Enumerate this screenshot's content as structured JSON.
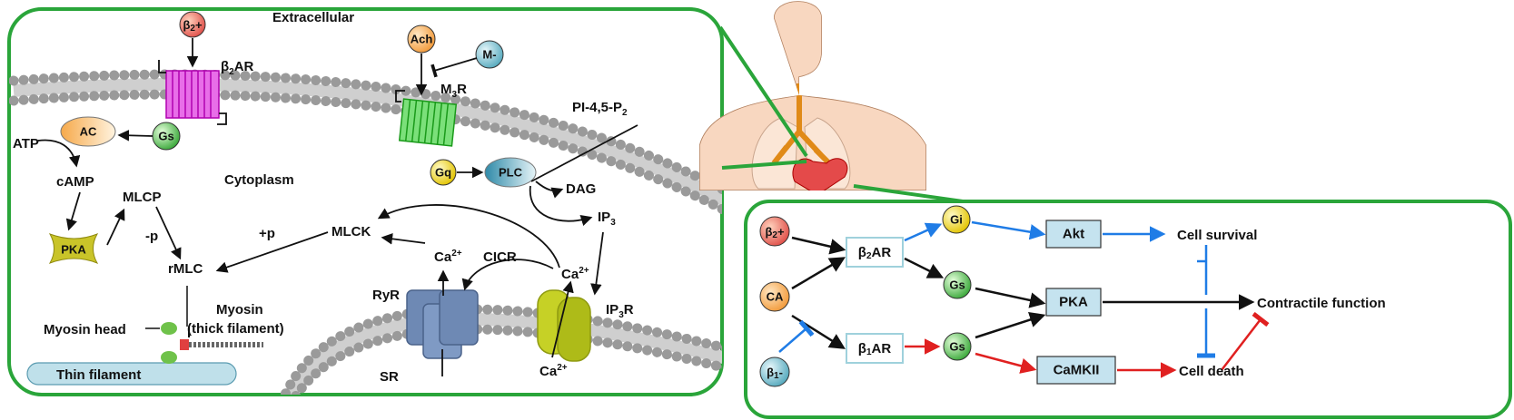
{
  "colors": {
    "panel_border": "#2aa53a",
    "blue_arrow": "#1f7ce6",
    "red_arrow": "#e02020",
    "black_arrow": "#111111",
    "receptor_beta2": "#e86ee8",
    "receptor_m3": "#7be07a",
    "pka_fill": "#c9c429",
    "box_fill": "#c5e3ef",
    "membrane_head": "#9a9a9a",
    "thin_filament": "#bfe0ea",
    "skin": "#f8d7c0"
  },
  "left_panel": {
    "extracellular": "Extracellular",
    "cytoplasm": "Cytoplasm",
    "beta2_agonist": {
      "base": "β",
      "sub": "2",
      "tail": "+"
    },
    "beta2ar": {
      "base": "β",
      "sub": "2",
      "tail": "AR"
    },
    "ach": "Ach",
    "m_minus": "M-",
    "m3r": {
      "base": "M",
      "sub": "3",
      "tail": "R"
    },
    "pip2": {
      "base": "PI-4,5-P",
      "sub": "2"
    },
    "ac": "AC",
    "gs": "Gs",
    "atp": "ATP",
    "camp": "cAMP",
    "mlcp": "MLCP",
    "pka": "PKA",
    "minus_p": "-p",
    "rmlc": "rMLC",
    "plus_p": "+p",
    "mlck": "MLCK",
    "gq": "Gq",
    "plc": "PLC",
    "dag": "DAG",
    "ip3": {
      "base": "IP",
      "sub": "3"
    },
    "ca_top": {
      "base": "Ca",
      "sup": "2+"
    },
    "cicr": "CICR",
    "ca_right": {
      "base": "Ca",
      "sup": "2+"
    },
    "ryr": "RyR",
    "ip3r": {
      "base": "IP",
      "sub": "3",
      "tail": "R"
    },
    "ca_bottom": {
      "base": "Ca",
      "sup": "2+"
    },
    "sr": "SR",
    "myosin_head": "Myosin head",
    "myosin": "Myosin",
    "thick_filament": "(thick filament)",
    "thin_filament": "Thin filament"
  },
  "right_panel": {
    "beta2_agonist": {
      "base": "β",
      "sub": "2",
      "tail": "+"
    },
    "ca": "CA",
    "beta1_antagonist": {
      "base": "β",
      "sub": "1",
      "tail": "-"
    },
    "beta2ar": {
      "base": "β",
      "sub": "2",
      "tail": "AR"
    },
    "beta1ar": {
      "base": "β",
      "sub": "1",
      "tail": "AR"
    },
    "gi": "Gi",
    "gs_top": "Gs",
    "gs_bottom": "Gs",
    "akt": "Akt",
    "pka": "PKA",
    "camkii": "CaMKII",
    "cell_survival": "Cell survival",
    "contractile_function": "Contractile function",
    "cell_death": "Cell death"
  }
}
